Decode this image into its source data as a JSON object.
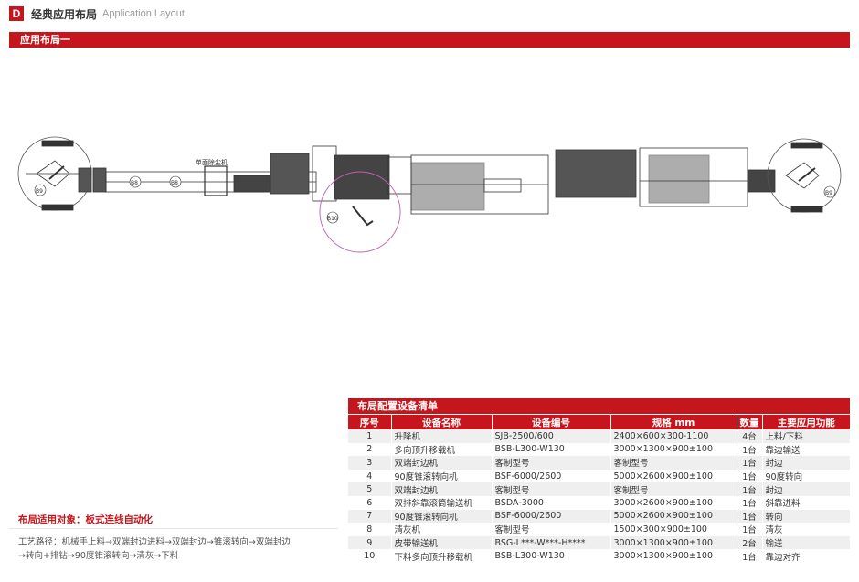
{
  "header": {
    "logo": "D",
    "title": "经典应用布局",
    "subtitle": "Application Layout"
  },
  "section": {
    "title": "应用布局一"
  },
  "diagram": {
    "labels": {
      "dust": "单面除尘机",
      "b9": "B9",
      "b8a": "B8",
      "b8b": "B8",
      "b10": "B10",
      "b9r": "B9"
    },
    "accent": "#c060b0"
  },
  "table": {
    "title": "布局配置设备清单",
    "headers": [
      "序号",
      "设备名称",
      "设备编号",
      "规格 mm",
      "数量",
      "主要应用功能"
    ],
    "rows": [
      [
        "1",
        "升降机",
        "SJB-2500/600",
        "2400×600×300-1100",
        "4台",
        "上料/下料"
      ],
      [
        "2",
        "多向顶升移载机",
        "BSB-L300-W130",
        "3000×1300×900±100",
        "1台",
        "靠边输送"
      ],
      [
        "3",
        "双端封边机",
        "客制型号",
        "客制型号",
        "1台",
        "封边"
      ],
      [
        "4",
        "90度锥滚转向机",
        "BSF-6000/2600",
        "5000×2600×900±100",
        "1台",
        "90度转向"
      ],
      [
        "5",
        "双端封边机",
        "客制型号",
        "客制型号",
        "1台",
        "封边"
      ],
      [
        "6",
        "双排斜靠滚筒输送机",
        "BSDA-3000",
        "3000×2600×900±100",
        "1台",
        "斜靠进料"
      ],
      [
        "7",
        "90度锥滚转向机",
        "BSF-6000/2600",
        "5000×2600×900±100",
        "1台",
        "转向"
      ],
      [
        "8",
        "清灰机",
        "客制型号",
        "1500×300×900±100",
        "1台",
        "清灰"
      ],
      [
        "9",
        "皮带输送机",
        "BSG-L***-W***-H****",
        "3000×1300×900±100",
        "2台",
        "输送"
      ],
      [
        "10",
        "下料多向顶升移载机",
        "BSB-L300-W130",
        "3000×1300×900±100",
        "1台",
        "靠边对齐"
      ]
    ]
  },
  "apply": {
    "label": "布局适用对象：板式连线自动化"
  },
  "route": {
    "line1": "工艺路径：机械手上料→双端封边进料→双端封边→锥滚转向→双端封边",
    "line2": "→转向+排钻→90度锥滚转向→清灰→下料"
  },
  "colors": {
    "brand": "#c4161c",
    "row_alt": "#efefef"
  }
}
